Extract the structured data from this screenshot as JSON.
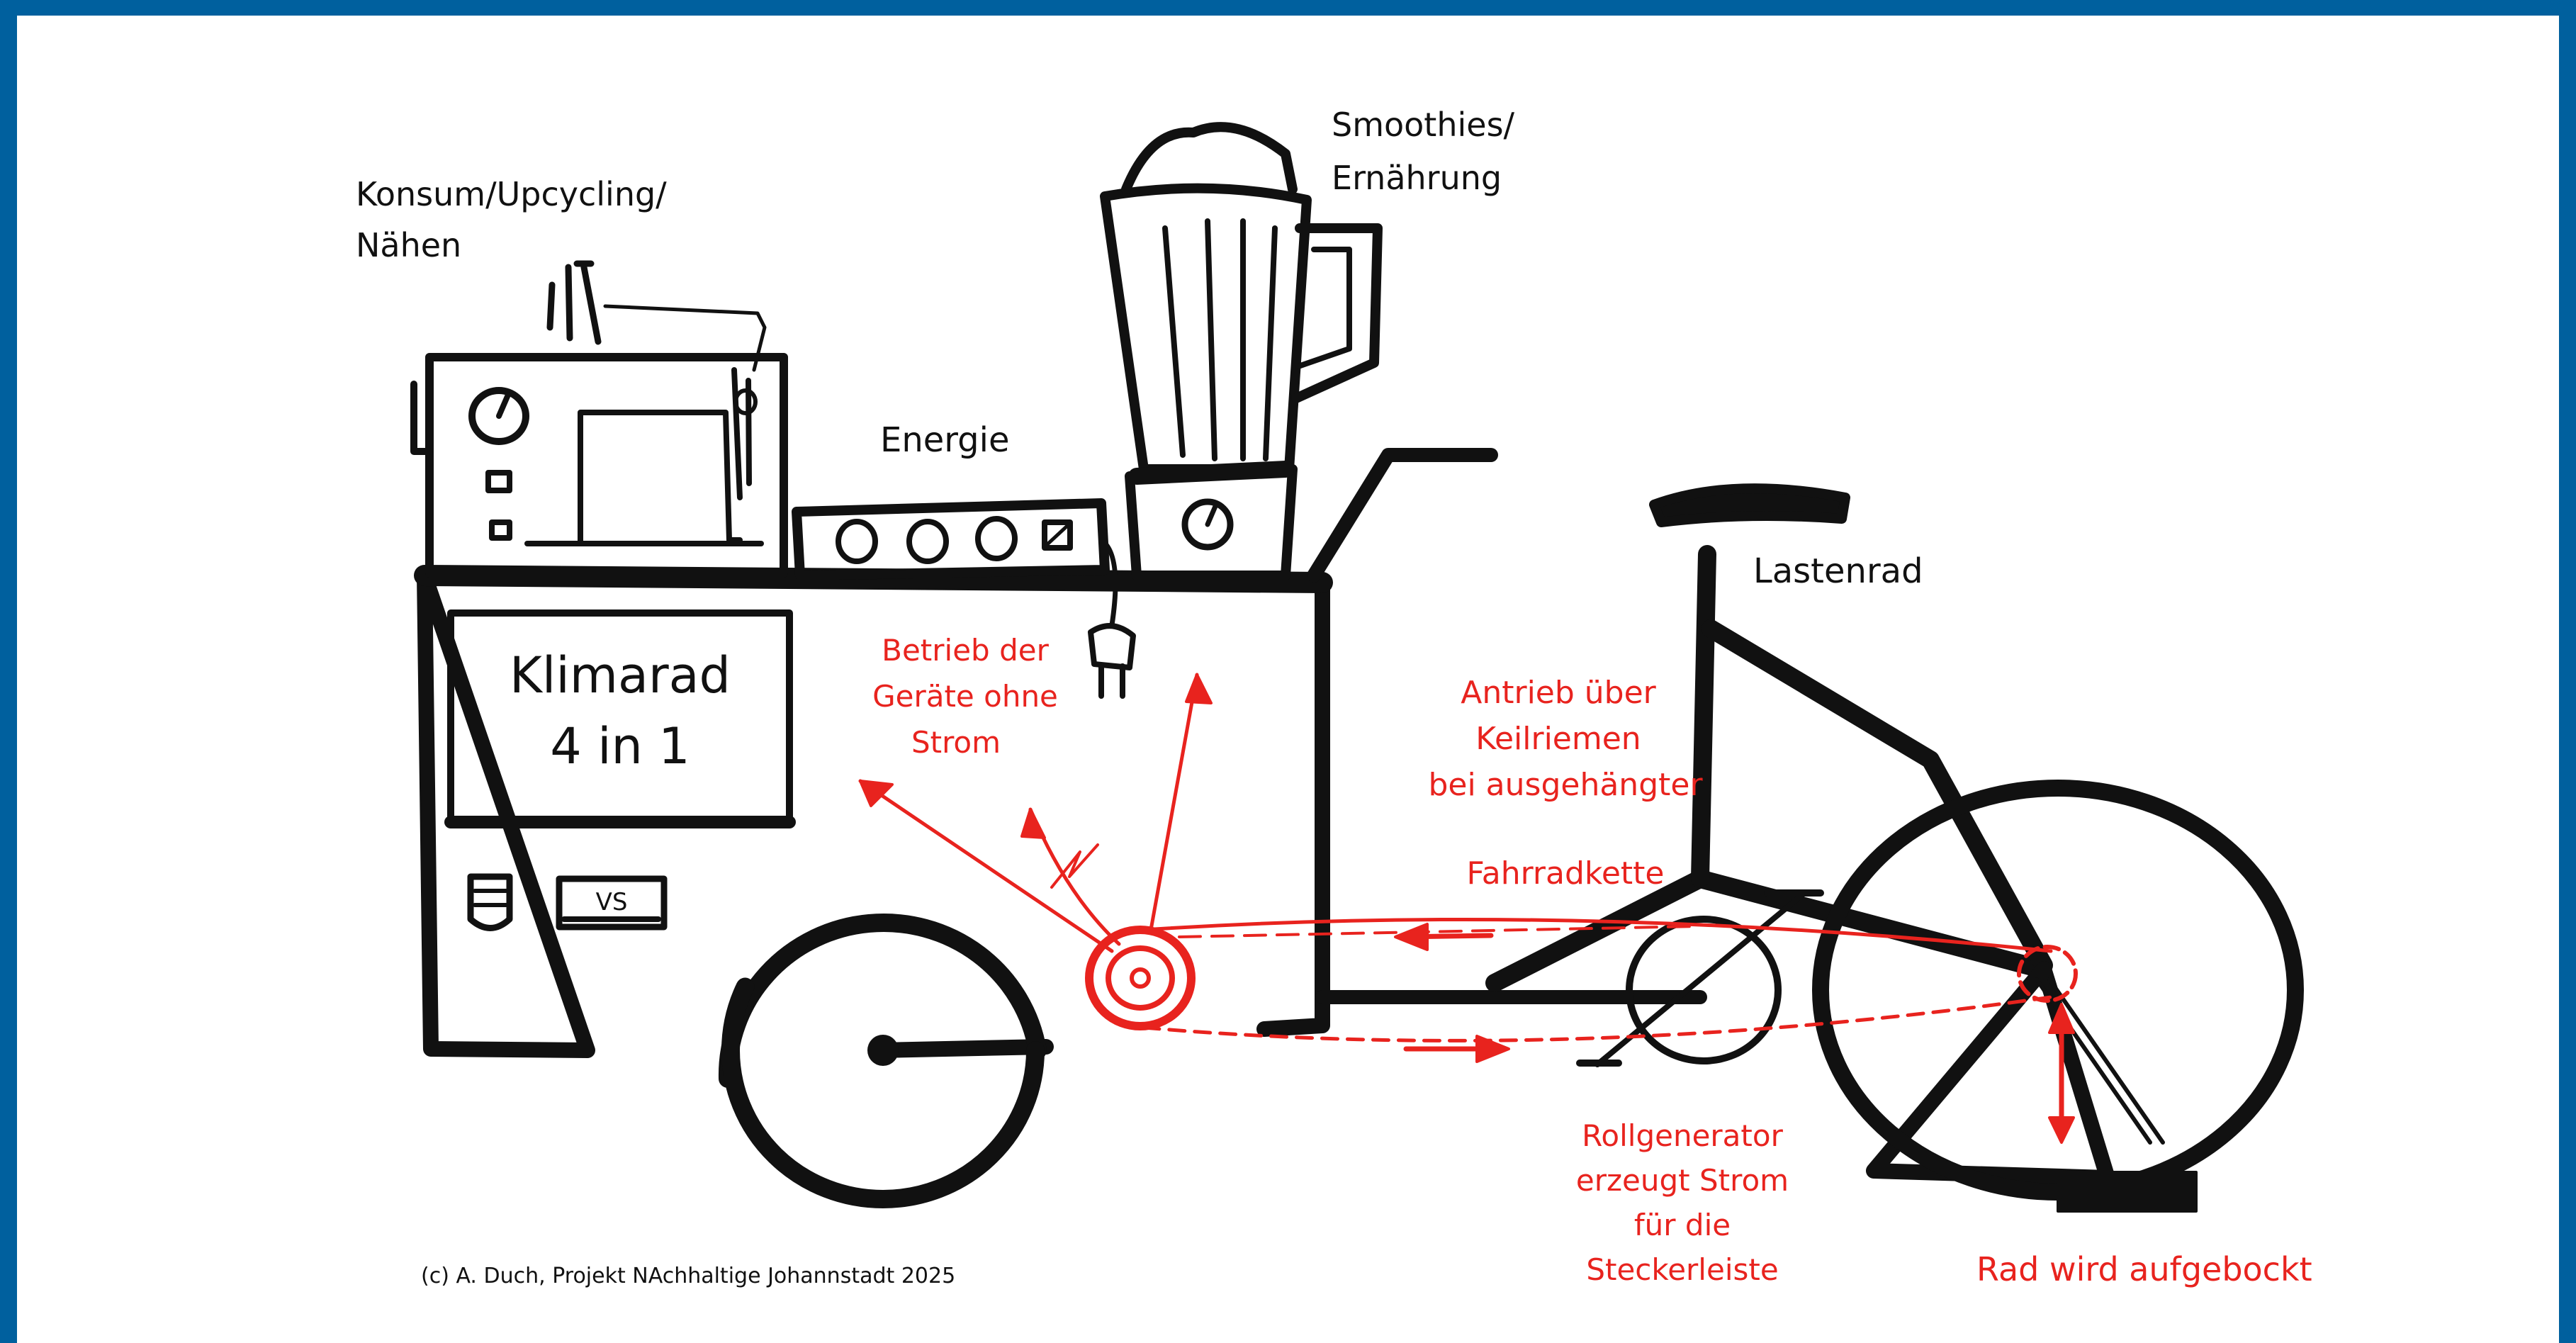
{
  "labels": {
    "sewing": [
      "Konsum/Upcycling/",
      "Nähen"
    ],
    "smoothie": [
      "Smoothies/",
      "Ernährung"
    ],
    "energy": "Energie",
    "cargo_bike": "Lastenrad",
    "title": [
      "Klimarad",
      "4 in 1"
    ],
    "device_operation": [
      "Betrieb der",
      "Geräte ohne",
      "Strom"
    ],
    "drive": [
      "Antrieb über",
      "Keilriemen",
      "bei ausgehängter"
    ],
    "chain": "Fahrradkette",
    "generator": [
      "Rollgenerator",
      "erzeugt Strom",
      "für die",
      "Steckerleiste"
    ],
    "stand": "Rad wird aufgebockt",
    "copyright": "(c) A. Duch, Projekt NAchhaltige Johannstadt 2025",
    "logo_text": "VS"
  },
  "colors": {
    "ink": "#111111",
    "annotation": "#e8231e",
    "frame": "#00609e",
    "background": "#ffffff"
  }
}
